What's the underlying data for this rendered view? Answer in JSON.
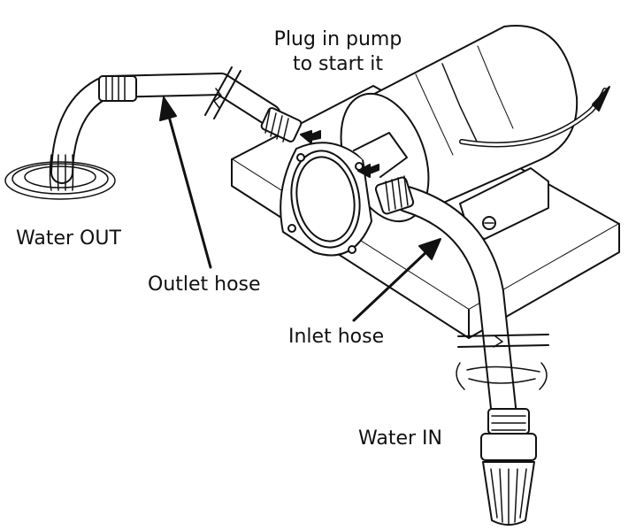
{
  "labels": {
    "plug_line1": "Plug in pump",
    "plug_line2": "to start it",
    "water_out": "Water OUT",
    "outlet_hose": "Outlet hose",
    "inlet_hose": "Inlet hose",
    "water_in": "Water IN"
  },
  "colors": {
    "ink": "#111111",
    "paper": "#ffffff"
  }
}
